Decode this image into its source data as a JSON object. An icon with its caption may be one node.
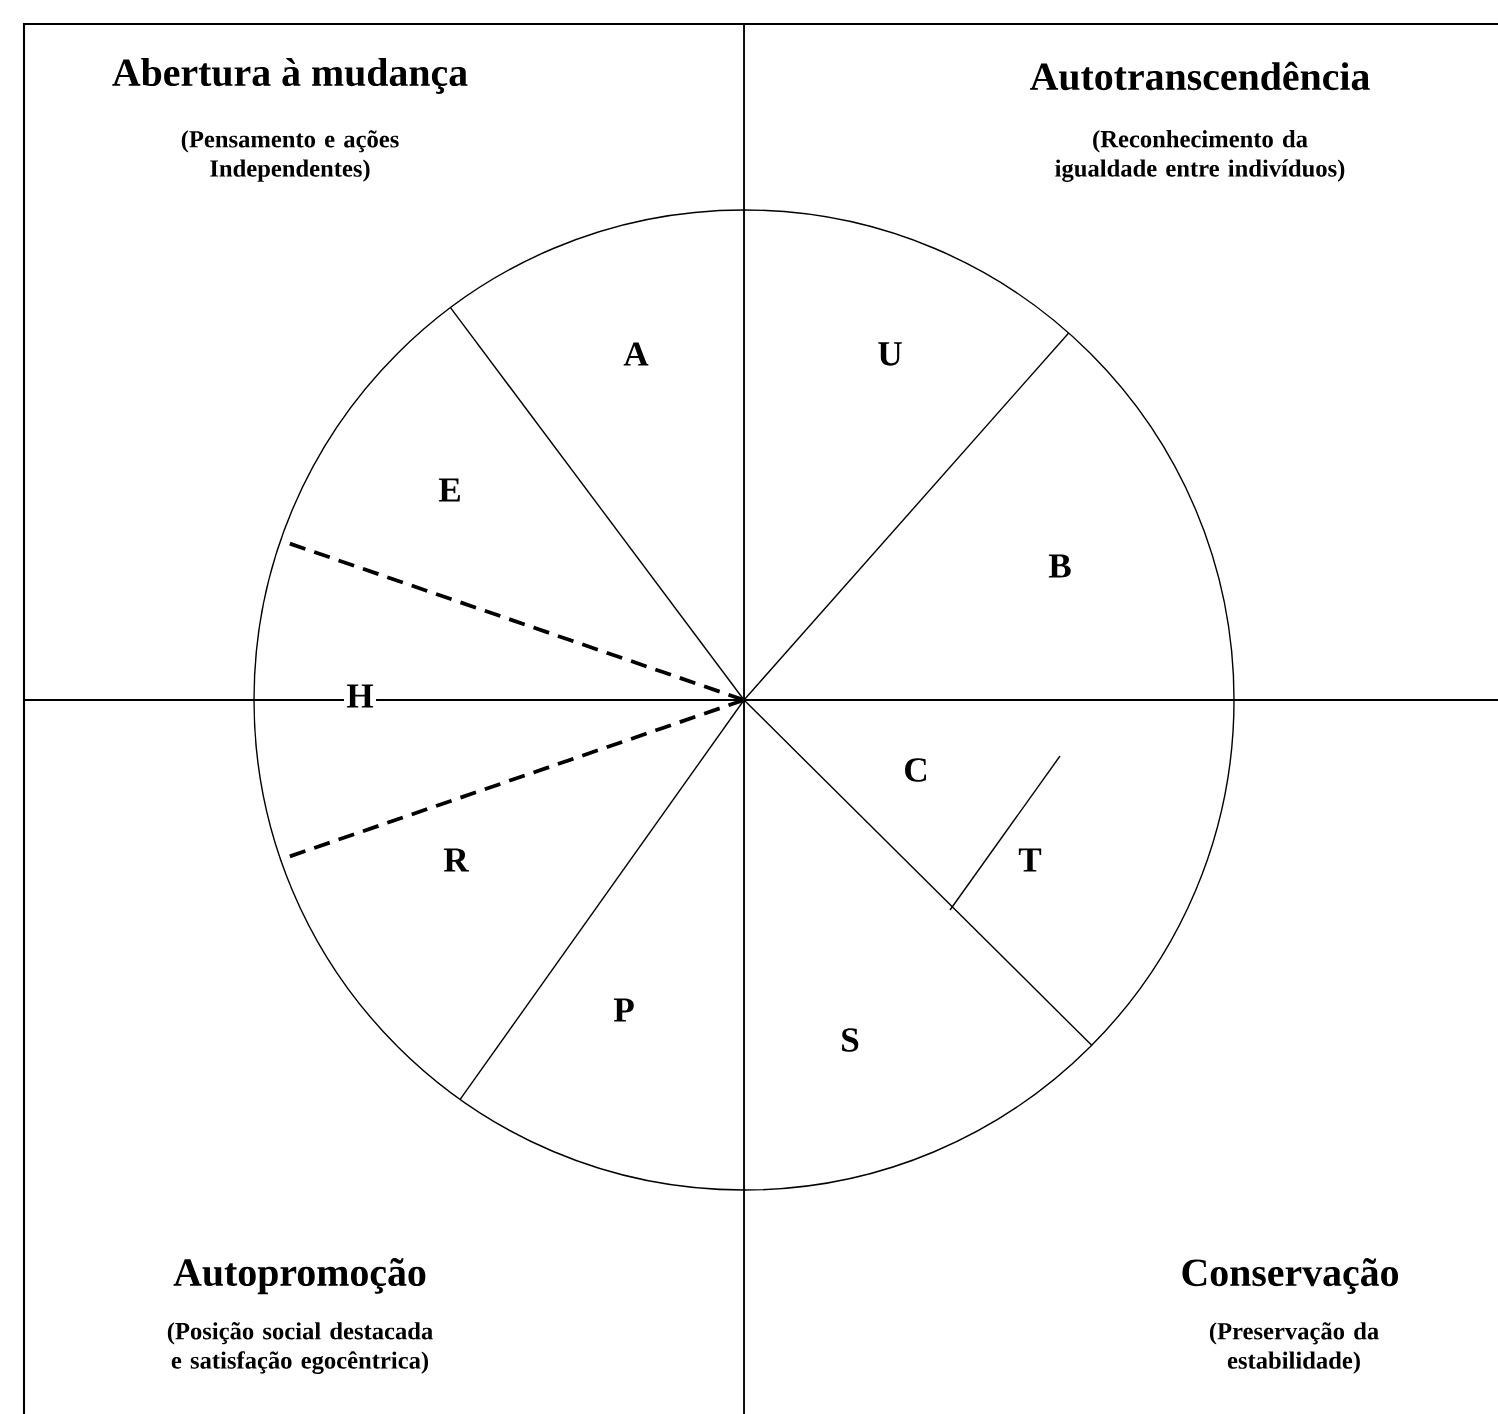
{
  "diagram": {
    "labels": [
      "Abertura à mudança",
      "(Pensamento e ações Independentes)",
      "Autotranscendência",
      "(Reconhecimento da igualdade entre indivíduos)",
      "A",
      "U",
      "E",
      "B",
      "H",
      "C",
      "T",
      "R",
      "P",
      "S",
      "Autopromoção",
      "(Posição social destacada e satisfação egocêntrica)",
      "Conservação",
      "(Preservação da estabilidade)"
    ]
  }
}
